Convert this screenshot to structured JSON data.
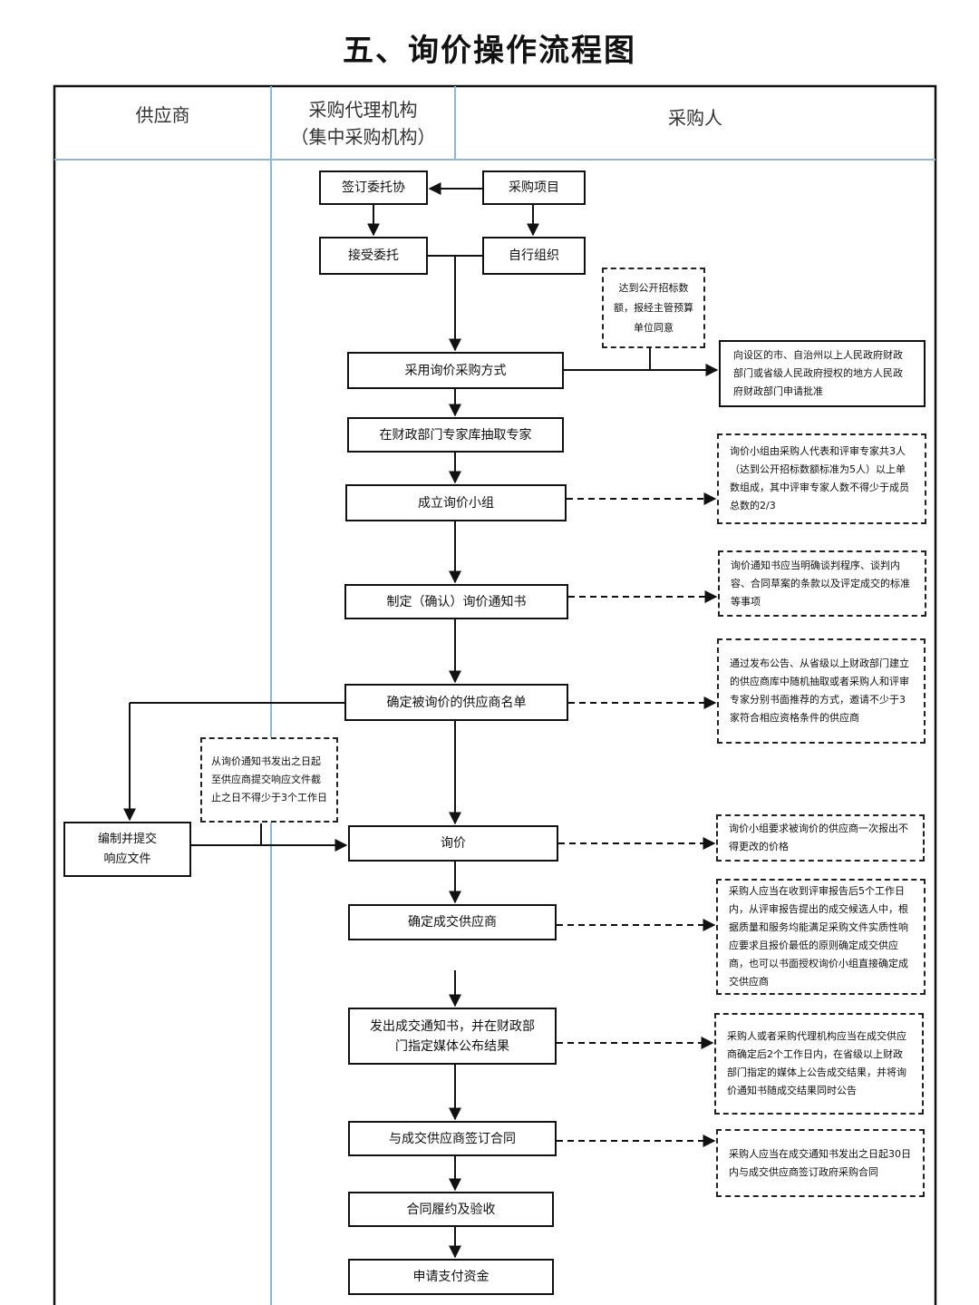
{
  "title": "五、询价操作流程图",
  "lanes": {
    "supplier": "供应商",
    "agency_line1": "采购代理机构",
    "agency_line2": "（集中采购机构）",
    "purchaser": "采购人"
  },
  "boxes": {
    "sign_entrust": "签订委托协",
    "purchase_project": "采购项目",
    "accept_entrust": "接受委托",
    "self_organize": "自行组织",
    "adopt_inquiry": "采用询价采购方式",
    "draw_experts": "在财政部门专家库抽取专家",
    "form_group": "成立询价小组",
    "make_notice": "制定（确认）询价通知书",
    "determine_suppliers": "确定被询价的供应商名单",
    "prepare_response_line1": "编制并提交",
    "prepare_response_line2": "响应文件",
    "inquiry": "询价",
    "determine_winner": "确定成交供应商",
    "issue_notice_line1": "发出成交通知书，并在财政部",
    "issue_notice_line2": "门指定媒体公布结果",
    "sign_contract": "与成交供应商签订合同",
    "perform_contract": "合同履约及验收",
    "apply_payment": "申请支付资金"
  },
  "notes": {
    "threshold": "达到公开招标数额，报经主管预算单位同意",
    "approval": "向设区的市、自治州以上人民政府财政部门或省级人民政府授权的地方人民政府财政部门申请批准",
    "group": "询价小组由采购人代表和评审专家共3人（达到公开招标数额标准为5人）以上单数组成，其中评审专家人数不得少于成员总数的2/3",
    "notice": "询价通知书应当明确谈判程序、谈判内容、合同草案的条款以及评定成交的标准等事项",
    "suppliers": "通过发布公告、从省级以上财政部门建立的供应商库中随机抽取或者采购人和评审专家分别书面推荐的方式，邀请不少于3家符合相应资格条件的供应商",
    "response_time": "从询价通知书发出之日起至供应商提交响应文件截止之日不得少于3个工作日",
    "price": "询价小组要求被询价的供应商一次报出不得更改的价格",
    "winner": "采购人应当在收到评审报告后5个工作日内，从评审报告提出的成交候选人中，根据质量和服务均能满足采购文件实质性响应要求且报价最低的原则确定成交供应商，也可以书面授权询价小组直接确定成交供应商",
    "publish": "采购人或者采购代理机构应当在成交供应商确定后2个工作日内，在省级以上财政部门指定的媒体上公告成交结果，并将询价通知书随成交结果同时公告",
    "contract": "采购人应当在成交通知书发出之日起30日内与成交供应商签订政府采购合同"
  }
}
